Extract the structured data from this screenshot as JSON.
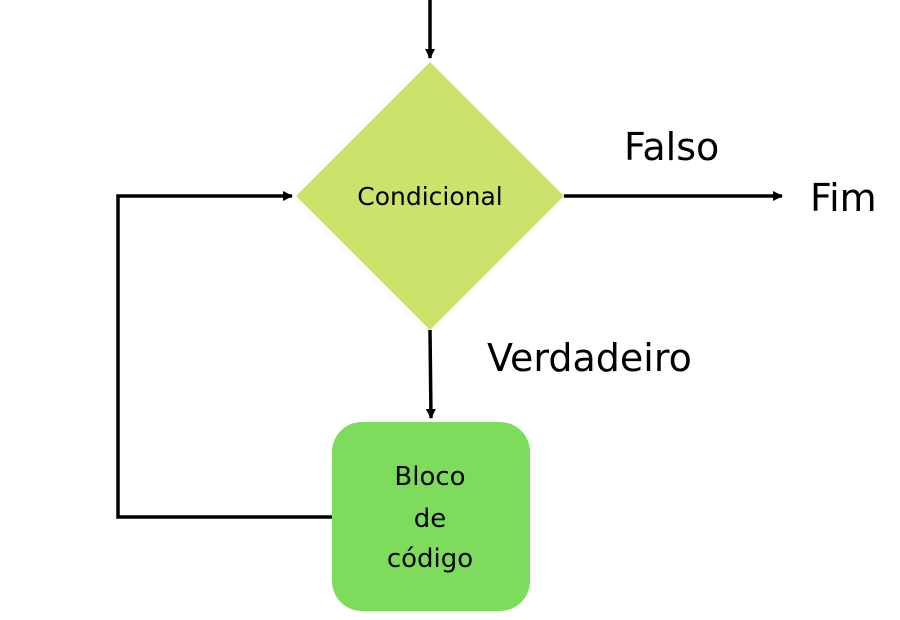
{
  "colors": {
    "background": "#ffffff",
    "decision_fill": "#cce36b",
    "process_fill": "#7ddc5c",
    "line": "#000000",
    "text": "#000000"
  },
  "diagram": {
    "decision_label": "Condicional",
    "process_label_lines": [
      "Bloco",
      "de",
      "código"
    ],
    "false_label": "Falso",
    "true_label": "Verdadeiro",
    "end_label": "Fim"
  }
}
